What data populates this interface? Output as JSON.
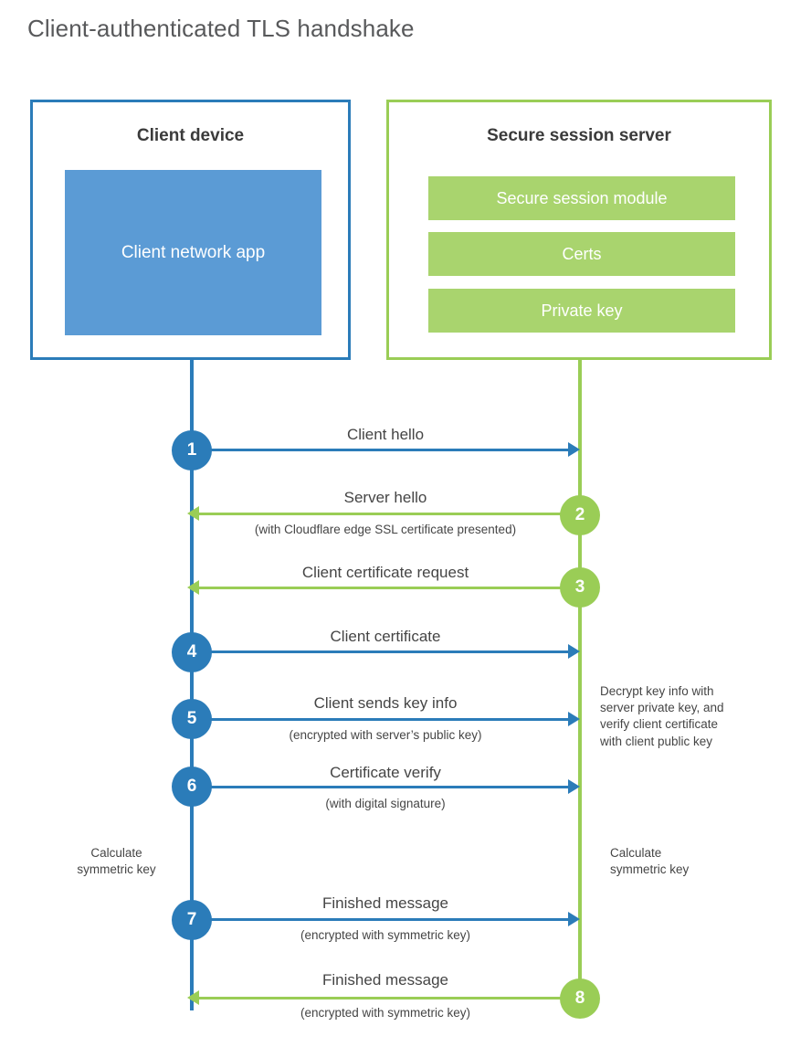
{
  "diagram": {
    "title": "Client-authenticated TLS handshake",
    "type": "sequence-diagram",
    "colors": {
      "client_accent": "#2b7cb9",
      "client_app_fill": "#5b9bd5",
      "server_accent": "#9acd56",
      "server_bar_fill": "#a9d46e",
      "text": "#454545",
      "title_text": "#58595b",
      "background": "#ffffff"
    },
    "parties": {
      "client": {
        "title": "Client device",
        "app_label": "Client network app"
      },
      "server": {
        "title": "Secure session server",
        "components": [
          "Secure session module",
          "Certs",
          "Private key"
        ]
      }
    },
    "steps": [
      {
        "number": "1",
        "label": "Client hello",
        "sublabel": "",
        "direction": "client-to-server",
        "color": "blue"
      },
      {
        "number": "2",
        "label": "Server hello",
        "sublabel": "(with Cloudflare edge SSL certificate presented)",
        "direction": "server-to-client",
        "color": "green"
      },
      {
        "number": "3",
        "label": "Client certificate request",
        "sublabel": "",
        "direction": "server-to-client",
        "color": "green"
      },
      {
        "number": "4",
        "label": "Client certificate",
        "sublabel": "",
        "direction": "client-to-server",
        "color": "blue"
      },
      {
        "number": "5",
        "label": "Client sends key info",
        "sublabel": "(encrypted with server’s public key)",
        "direction": "client-to-server",
        "color": "blue"
      },
      {
        "number": "6",
        "label": "Certificate verify",
        "sublabel": "(with digital signature)",
        "direction": "client-to-server",
        "color": "blue"
      },
      {
        "number": "7",
        "label": "Finished message",
        "sublabel": "(encrypted with symmetric key)",
        "direction": "client-to-server",
        "color": "blue"
      },
      {
        "number": "8",
        "label": "Finished message",
        "sublabel": "(encrypted with symmetric key)",
        "direction": "server-to-client",
        "color": "green"
      }
    ],
    "annotations": {
      "server_decrypt": "Decrypt key info with server private key, and verify client certificate with client public key",
      "server_decrypt_lines": [
        "Decrypt key info with",
        "server private key, and",
        "verify client certificate",
        "with client public key"
      ],
      "client_calculate": "Calculate symmetric key",
      "client_calculate_lines": [
        "Calculate",
        "symmetric key"
      ],
      "server_calculate": "Calculate symmetric key",
      "server_calculate_lines": [
        "Calculate",
        "symmetric key"
      ]
    }
  }
}
